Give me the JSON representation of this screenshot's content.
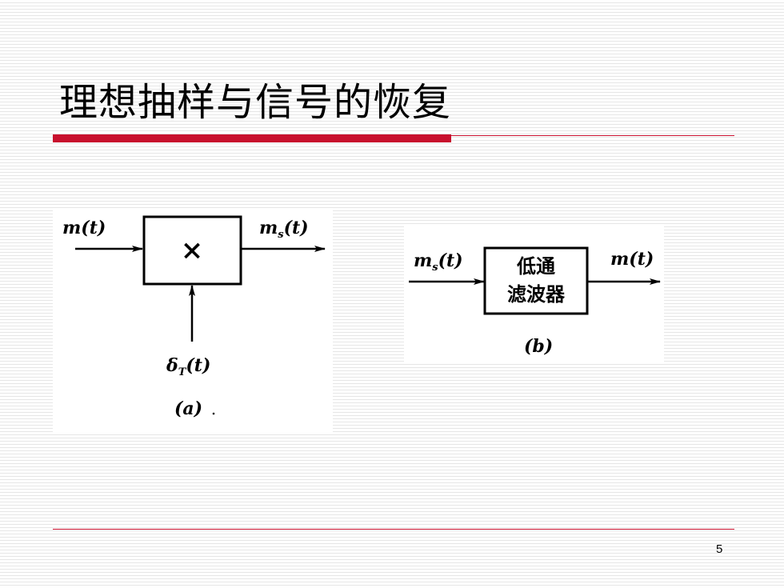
{
  "slide": {
    "title": "理想抽样与信号的恢复",
    "page_number": "5"
  },
  "colors": {
    "accent": "#c8102e",
    "rule": "#c8102e",
    "ink": "#000000"
  },
  "diagram_a": {
    "input_label": "m(t)",
    "output_label_main": "m",
    "output_label_sub": "s",
    "output_label_arg": "(t)",
    "block_symbol": "×",
    "pulse_label_main": "δ",
    "pulse_label_sub": "T",
    "pulse_label_arg": "(t)",
    "caption": "(a)"
  },
  "diagram_b": {
    "input_label_main": "m",
    "input_label_sub": "s",
    "input_label_arg": "(t)",
    "block_line1": "低通",
    "block_line2": "滤波器",
    "output_label": "m(t)",
    "caption": "(b)"
  }
}
